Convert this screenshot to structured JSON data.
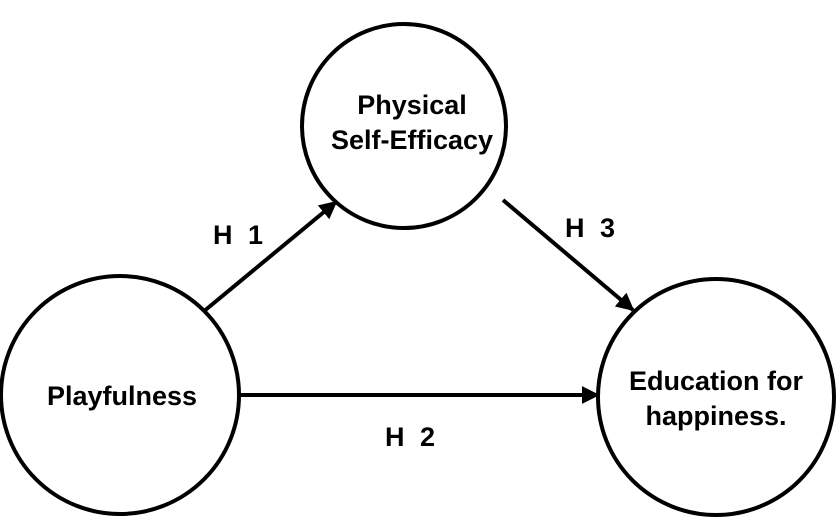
{
  "diagram": {
    "nodes": {
      "self_efficacy": {
        "line1": "Physical",
        "line2": "Self-Efficacy"
      },
      "playfulness": {
        "line1": "Playfulness"
      },
      "education": {
        "line1": "Education for",
        "line2": "happiness."
      }
    },
    "edges": {
      "h1": "H 1",
      "h2": "H 2",
      "h3": "H 3"
    },
    "colors": {
      "stroke": "#000000",
      "background": "#ffffff"
    }
  }
}
